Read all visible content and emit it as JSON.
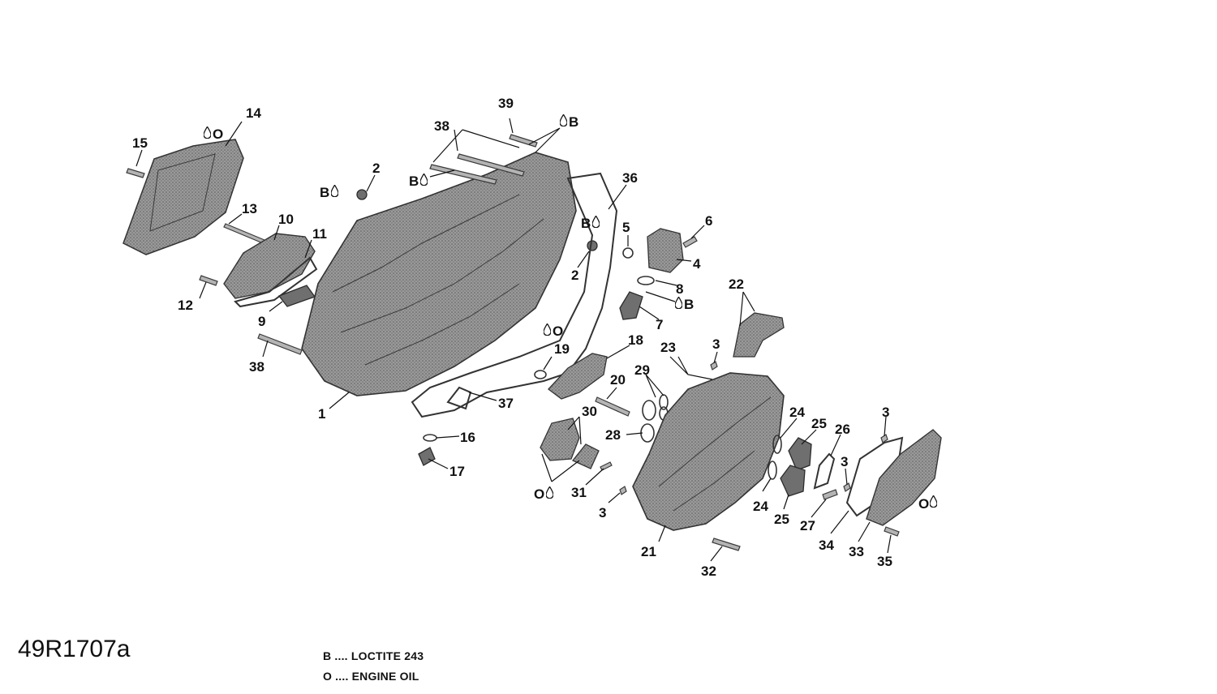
{
  "figure_code": "49R1707a",
  "legend": [
    {
      "symbol": "B",
      "text": "B .... LOCTITE 243"
    },
    {
      "symbol": "O",
      "text": "O .... ENGINE OIL"
    }
  ],
  "callouts": {
    "c1": "1",
    "c2a": "2",
    "c2b": "2",
    "c3a": "3",
    "c3b": "3",
    "c3c": "3",
    "c3d": "3",
    "c4": "4",
    "c5": "5",
    "c6": "6",
    "c7": "7",
    "c8": "8",
    "c9": "9",
    "c10": "10",
    "c11": "11",
    "c12": "12",
    "c13": "13",
    "c14": "14",
    "c15": "15",
    "c16": "16",
    "c17": "17",
    "c18": "18",
    "c19": "19",
    "c20": "20",
    "c21": "21",
    "c22": "22",
    "c23": "23",
    "c24a": "24",
    "c24b": "24",
    "c25a": "25",
    "c25b": "25",
    "c26": "26",
    "c27": "27",
    "c28": "28",
    "c29": "29",
    "c30": "30",
    "c31": "31",
    "c32": "32",
    "c33": "33",
    "c34": "34",
    "c35": "35",
    "c36": "36",
    "c37": "37",
    "c38a": "38",
    "c38b": "38",
    "c39": "39"
  },
  "markers": {
    "m14": "O",
    "m39": "B",
    "m2a": "B",
    "m38": "B",
    "m2b": "B",
    "m7": "B",
    "m19": "O",
    "m30": "O",
    "m33": "O"
  }
}
